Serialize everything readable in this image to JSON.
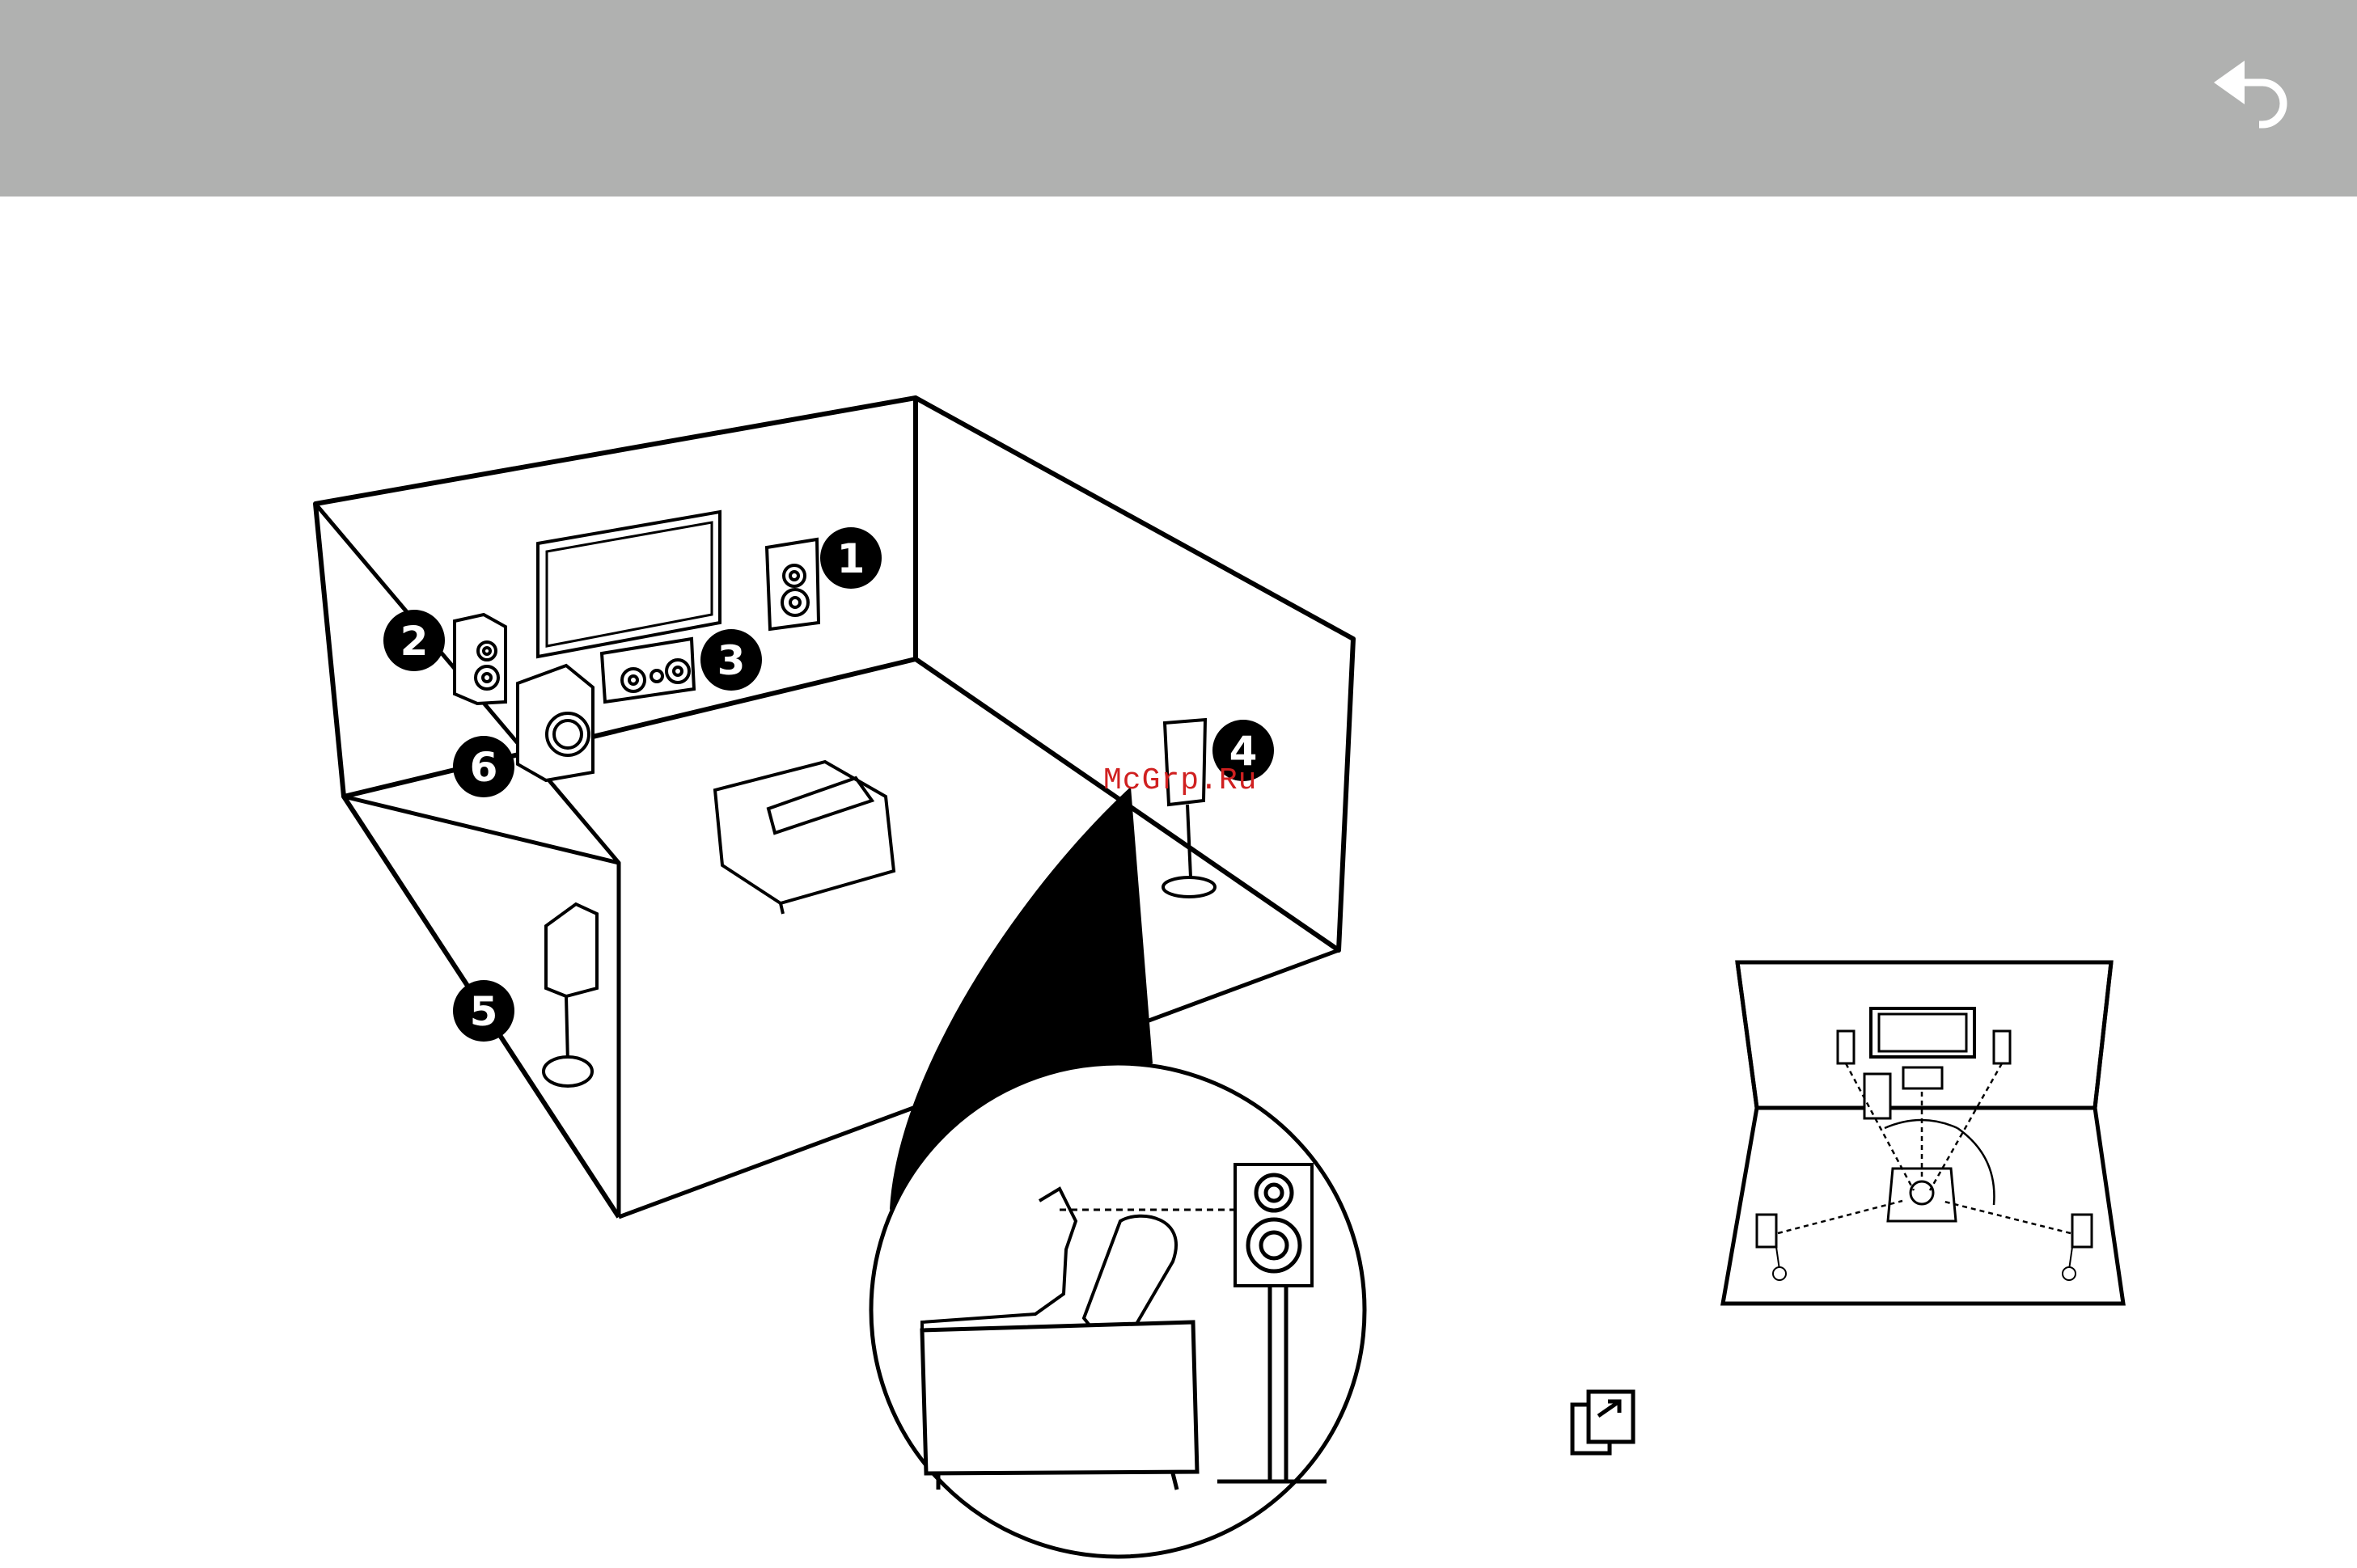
{
  "header": {
    "back_icon": "undo-arrow-icon",
    "background_color": "#b0b1b0"
  },
  "watermark": {
    "text": "McGrp.Ru"
  },
  "speaker_labels": [
    "1",
    "2",
    "3",
    "4",
    "5",
    "6"
  ],
  "reference_icon": "page-link-icon",
  "colors": {
    "line": "#000000",
    "accent_watermark": "#d02020"
  }
}
